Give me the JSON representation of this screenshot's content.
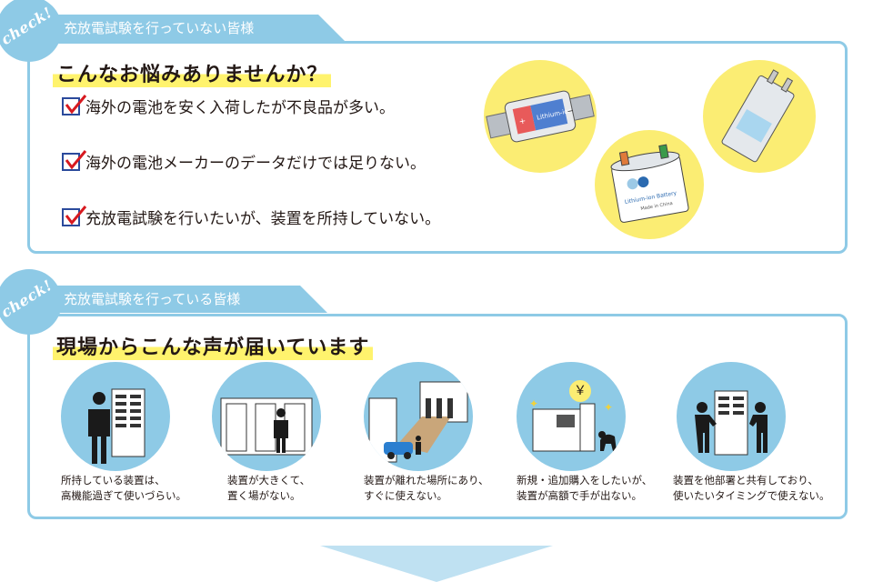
{
  "section1": {
    "badge": "check!",
    "tab_label": "充放電試験を行っていない皆様",
    "headline": "こんなお悩みありませんか？",
    "items": [
      "海外の電池を安く入荷したが不良品が多い。",
      "海外の電池メーカーのデータだけでは足りない。",
      "充放電試験を行いたいが、装置を所持していない。"
    ],
    "battery1_label": "Lithium-ion",
    "battery2_label": "Lithium-ion Battery",
    "battery2_sub": "Made in China"
  },
  "section2": {
    "badge": "check!",
    "tab_label": "充放電試験を行っている皆様",
    "headline": "現場からこんな声が届いています",
    "yen_symbol": "￥",
    "voices": [
      {
        "line1": "所持している装置は、",
        "line2": "高機能過ぎて使いづらい。"
      },
      {
        "line1": "装置が大きくて、",
        "line2": "置く場がない。"
      },
      {
        "line1": "装置が離れた場所にあり、",
        "line2": "すぐに使えない。"
      },
      {
        "line1": "新規・追加購入をしたいが、",
        "line2": "装置が高額で手が出ない。"
      },
      {
        "line1": "装置を他部署と共有しており、",
        "line2": "使いたいタイミングで使えない。"
      }
    ]
  },
  "colors": {
    "accent": "#8ecae6",
    "highlight": "#fff36d",
    "yellow_circle": "#fbed73",
    "check_red": "#d7191f",
    "box_blue": "#2b4a9c"
  }
}
